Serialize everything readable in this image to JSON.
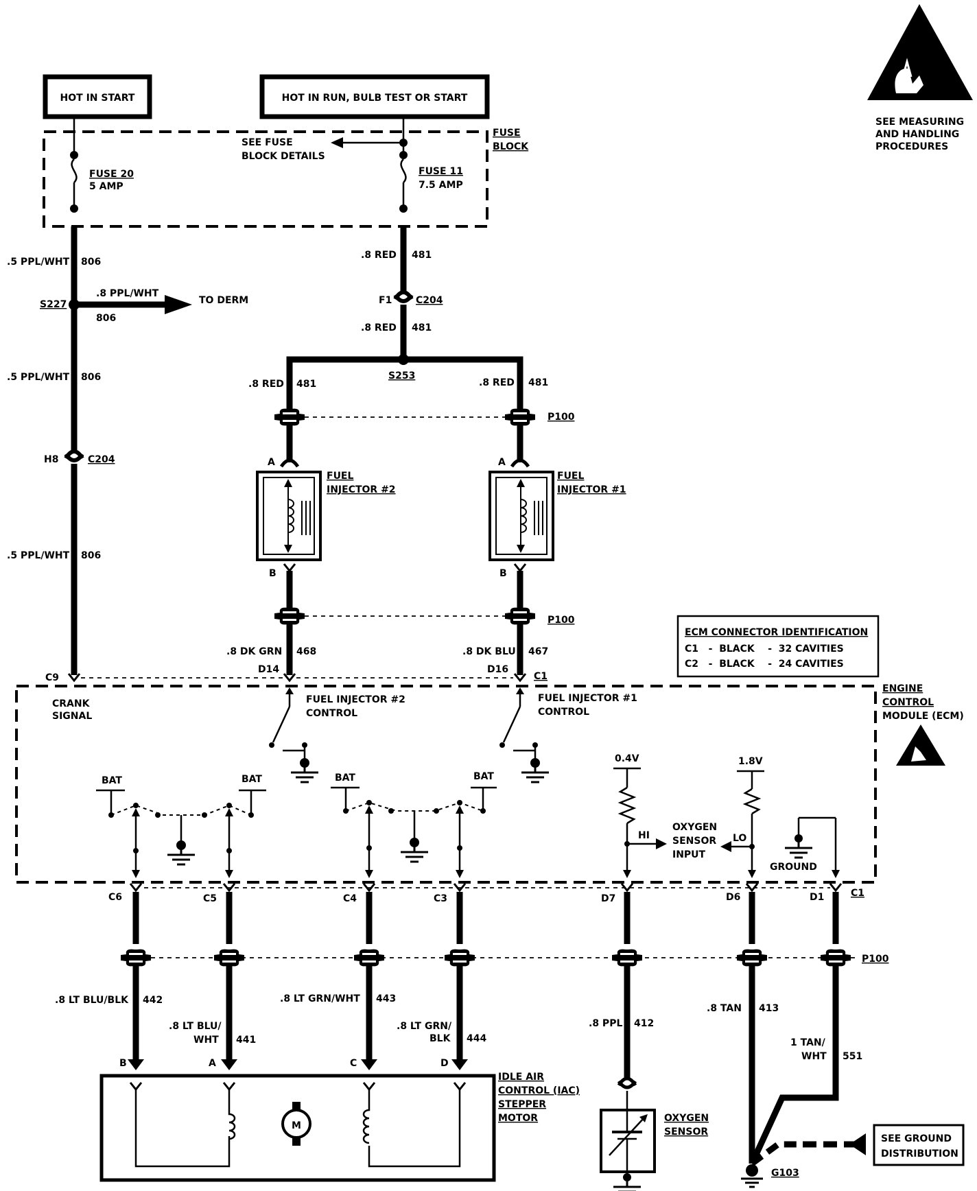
{
  "power": {
    "hot_in_start": "HOT IN START",
    "hot_in_run": "HOT IN RUN, BULB TEST OR START"
  },
  "fuse_block": {
    "label_line1": "FUSE",
    "label_line2": "BLOCK",
    "details_line1": "SEE FUSE",
    "details_line2": "BLOCK DETAILS",
    "fuse20_name": "FUSE 20",
    "fuse20_rating": "5 AMP",
    "fuse11_name": "FUSE 11",
    "fuse11_rating": "7.5 AMP"
  },
  "esd": {
    "line1": "SEE MEASURING",
    "line2": "AND HANDLING",
    "line3": "PROCEDURES"
  },
  "wires": {
    "ppl_wht": ".5 PPL/WHT",
    "w806": "806",
    "s227": "S227",
    "derm_wire": ".8 PPL/WHT",
    "derm_circuit": "806",
    "to_derm": "TO DERM",
    "red": ".8 RED",
    "w481": "481",
    "f1": "F1",
    "c204": "C204",
    "s253": "S253",
    "h8": "H8",
    "dk_grn": ".8 DK GRN",
    "w468": "468",
    "dk_blu": ".8 DK BLU",
    "w467": "467",
    "lt_blu_blk": ".8 LT BLU/BLK",
    "w442": "442",
    "lt_blu_wht_1": ".8 LT BLU/",
    "lt_blu_wht_2": "WHT",
    "w441": "441",
    "lt_grn_wht": ".8 LT GRN/WHT",
    "w443": "443",
    "lt_grn_blk_1": ".8 LT GRN/",
    "lt_grn_blk_2": "BLK",
    "w444": "444",
    "ppl": ".8 PPL",
    "w412": "412",
    "tan": ".8 TAN",
    "w413": "413",
    "tan_wht_1": "1 TAN/",
    "tan_wht_2": "WHT",
    "w551": "551"
  },
  "connectors": {
    "p100": "P100",
    "pin_a": "A",
    "pin_b": "B",
    "pin_c": "C",
    "pin_d": "D",
    "c9": "C9",
    "d14": "D14",
    "d16": "D16",
    "c1": "C1",
    "c6": "C6",
    "c5": "C5",
    "c4": "C4",
    "c3": "C3",
    "d7": "D7",
    "d6": "D6",
    "d1": "D1"
  },
  "injectors": {
    "inj2_line1": "FUEL",
    "inj2_line2": "INJECTOR #2",
    "inj1_line1": "FUEL",
    "inj1_line2": "INJECTOR #1"
  },
  "ecm_id": {
    "title": "ECM CONNECTOR IDENTIFICATION",
    "row1": "C1   -  BLACK    -  32 CAVITIES",
    "row2": "C2   -  BLACK    -  24 CAVITIES"
  },
  "ecm": {
    "label_line1": "ENGINE",
    "label_line2": "CONTROL",
    "label_line3": "MODULE (ECM)",
    "crank_line1": "CRANK",
    "crank_line2": "SIGNAL",
    "inj2_ctrl_line1": "FUEL INJECTOR #2",
    "inj2_ctrl_line2": "CONTROL",
    "inj1_ctrl_line1": "FUEL INJECTOR #1",
    "inj1_ctrl_line2": "CONTROL",
    "bat": "BAT",
    "v04": "0.4V",
    "v18": "1.8V",
    "hi": "HI",
    "lo": "LO",
    "o2_line1": "OXYGEN",
    "o2_line2": "SENSOR",
    "o2_line3": "INPUT",
    "ground": "GROUND"
  },
  "iac": {
    "line1": "IDLE AIR",
    "line2": "CONTROL (IAC)",
    "line3": "STEPPER",
    "line4": "MOTOR",
    "motor": "M"
  },
  "oxygen_sensor": {
    "line1": "OXYGEN",
    "line2": "SENSOR"
  },
  "ground": {
    "see_line1": "SEE GROUND",
    "see_line2": "DISTRIBUTION",
    "g103": "G103"
  }
}
